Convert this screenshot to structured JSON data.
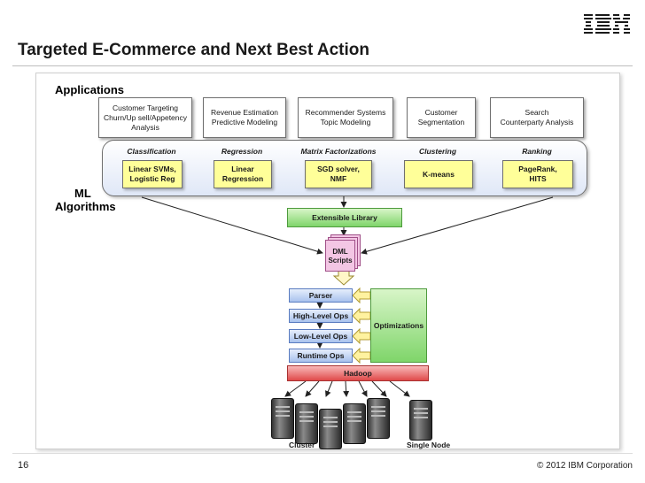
{
  "slide": {
    "title": "Targeted E-Commerce and Next Best Action",
    "logo": "IBM",
    "page_number": "16",
    "copyright": "© 2012 IBM Corporation"
  },
  "diagram": {
    "applications_label": "Applications",
    "ml_label_line1": "ML",
    "ml_label_line2": "Algorithms",
    "applications": [
      {
        "line1": "Customer Targeting",
        "line2": "Churn/Up sell/Appetency",
        "line3": "Analysis"
      },
      {
        "line1": "Revenue Estimation",
        "line2": "Predictive Modeling",
        "line3": ""
      },
      {
        "line1": "Recommender Systems",
        "line2": "Topic Modeling",
        "line3": ""
      },
      {
        "line1": "Customer",
        "line2": "Segmentation",
        "line3": ""
      },
      {
        "line1": "Search",
        "line2": "Counterparty Analysis",
        "line3": ""
      }
    ],
    "categories": [
      "Classification",
      "Regression",
      "Matrix Factorizations",
      "Clustering",
      "Ranking"
    ],
    "algorithms": [
      {
        "line1": "Linear SVMs,",
        "line2": "Logistic Reg"
      },
      {
        "line1": "Linear",
        "line2": "Regression"
      },
      {
        "line1": "SGD solver,",
        "line2": "NMF"
      },
      {
        "line1": "K-means",
        "line2": ""
      },
      {
        "line1": "PageRank,",
        "line2": "HITS"
      }
    ],
    "extensible_library": "Extensible Library",
    "dml_line1": "DML",
    "dml_line2": "Scripts",
    "pipeline": [
      "Parser",
      "High-Level Ops",
      "Low-Level Ops",
      "Runtime Ops"
    ],
    "optimizations": "Optimizations",
    "hadoop": "Hadoop",
    "cluster_label": "Cluster",
    "single_node_label": "Single Node"
  }
}
